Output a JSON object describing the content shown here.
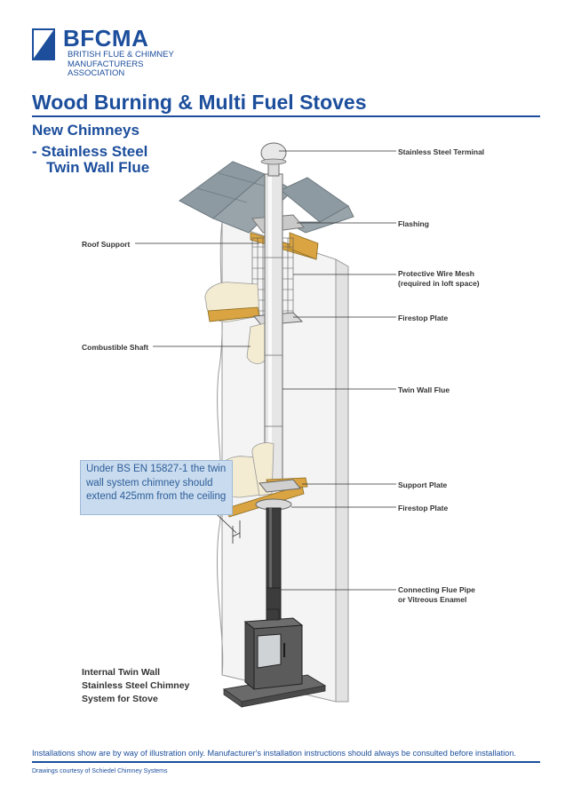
{
  "logo": {
    "title": "BFCMA",
    "subtitle": "BRITISH FLUE & CHIMNEY\nMANUFACTURERS\nASSOCIATION"
  },
  "header": {
    "title": "Wood Burning & Multi Fuel Stoves",
    "subtitle_line1": "New Chimneys",
    "subtitle_line2": "- Stainless Steel",
    "subtitle_line3": "Twin Wall Flue"
  },
  "labels": {
    "terminal": "Stainless Steel Terminal",
    "flashing": "Flashing",
    "roof_support": "Roof Support",
    "wire_mesh_1": "Protective Wire Mesh",
    "wire_mesh_2": "(required in loft space)",
    "firestop_upper": "Firestop Plate",
    "combustible_shaft": "Combustible Shaft",
    "twin_wall_flue": "Twin Wall Flue",
    "support_plate": "Support Plate",
    "firestop_lower": "Firestop Plate",
    "connecting_1": "Connecting Flue Pipe",
    "connecting_2": "or Vitreous Enamel"
  },
  "callout": {
    "text": "Under BS EN 15827-1 the twin wall system chimney should extend 425mm from the ceiling"
  },
  "caption": {
    "line1": "Internal Twin Wall",
    "line2": "Stainless Steel Chimney",
    "line3": "System for Stove"
  },
  "footer": {
    "note": "Installations show are by way of illustration only. Manufacturer's installation instructions should always be consulted before installation.",
    "credit": "Drawings courtesy of Schiedel Chimney Systems"
  },
  "colors": {
    "brand_blue": "#1c4e9c",
    "callout_fill": "#c9dbee",
    "timber": "#d9a441",
    "roof_slate": "#8e9aa1",
    "wall": "#f2f2f2"
  }
}
